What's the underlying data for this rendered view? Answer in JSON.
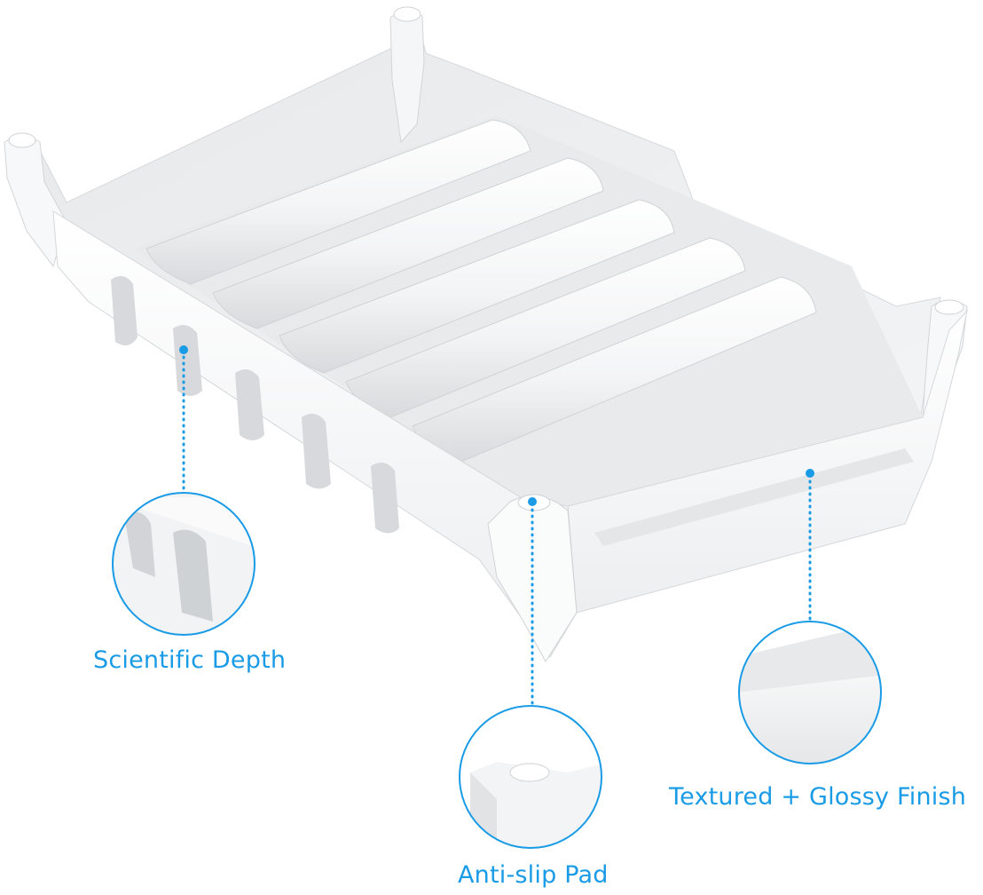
{
  "product": {
    "name": "cable organizer tray",
    "color": "#ffffff",
    "slot_count": 5
  },
  "callouts": {
    "accent_color": "#1a9be6",
    "depth": {
      "label": "Scientific Depth"
    },
    "finish": {
      "label": "Textured + Glossy Finish"
    },
    "pad": {
      "label": "Anti-slip Pad"
    }
  }
}
